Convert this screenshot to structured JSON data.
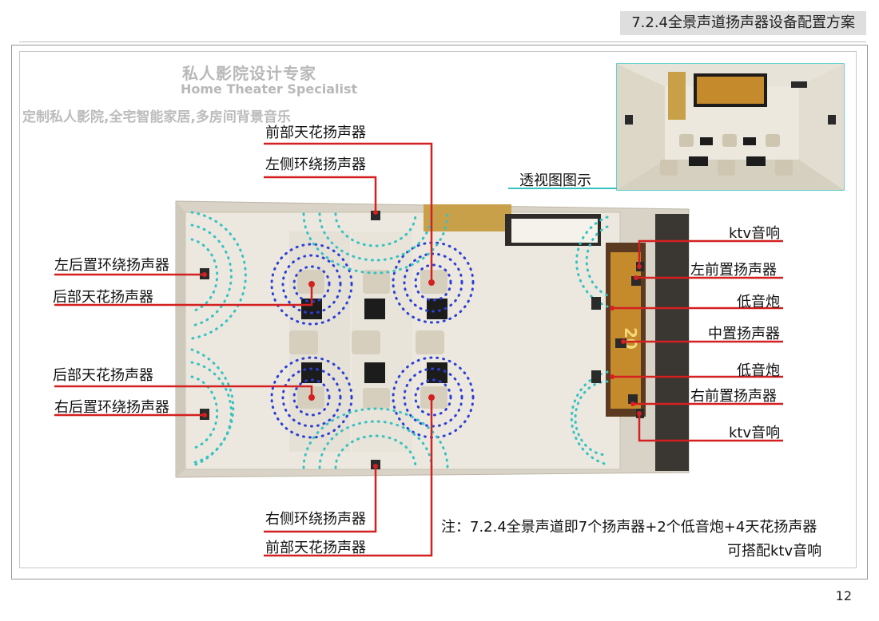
{
  "header": {
    "title": "7.2.4全景声道扬声器设备配置方案"
  },
  "watermark": {
    "cn": "私人影院设计专家",
    "en": "Home Theater Specialist",
    "slogan": "定制私人影院,全宅智能家居,多房间背景音乐"
  },
  "perspective": {
    "label": "透视图图示"
  },
  "labels": {
    "front_ceiling_top": "前部天花扬声器",
    "left_side_surround": "左侧环绕扬声器",
    "left_rear_surround": "左后置环绕扬声器",
    "rear_ceiling_1": "后部天花扬声器",
    "rear_ceiling_2": "后部天花扬声器",
    "right_rear_surround": "右后置环绕扬声器",
    "right_side_surround": "右侧环绕扬声器",
    "front_ceiling_bottom": "前部天花扬声器",
    "ktv_top": "ktv音响",
    "left_front": "左前置扬声器",
    "subwoofer_1": "低音炮",
    "center": "中置扬声器",
    "subwoofer_2": "低音炮",
    "right_front": "右前置扬声器",
    "ktv_bottom": "ktv音响"
  },
  "note": {
    "line1": "注：7.2.4全景声道即7个扬声器+2个低音炮+4天花扬声器",
    "line2": "可搭配ktv音响"
  },
  "page": {
    "number": "12"
  },
  "colors": {
    "leader": "#d42020",
    "wave_near": "#2b3fd6",
    "wave_far": "#36c2c2",
    "wall": "#e8e4da"
  }
}
